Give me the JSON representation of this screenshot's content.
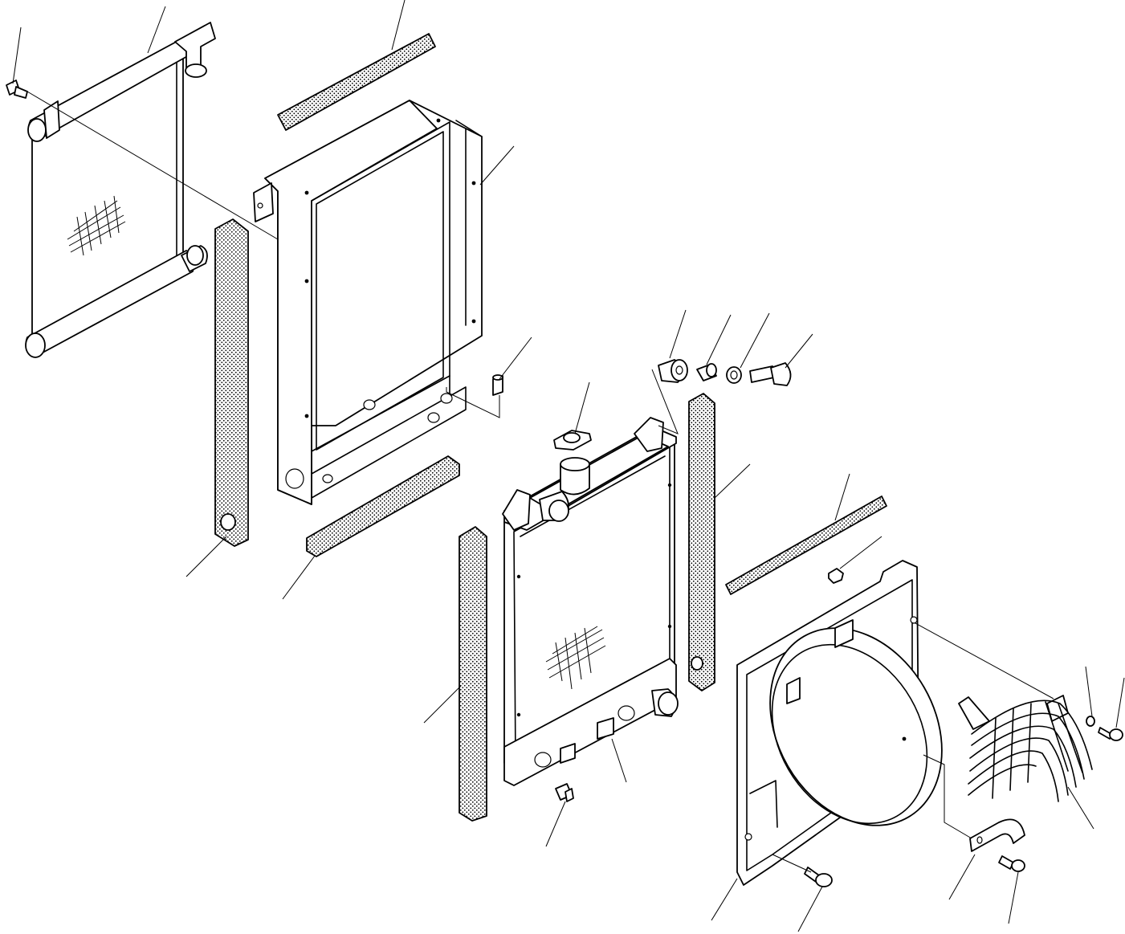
{
  "diagram": {
    "type": "exploded-parts-view",
    "components": [
      {
        "name": "condenser-core"
      },
      {
        "name": "condenser-frame"
      },
      {
        "name": "radiator-core"
      },
      {
        "name": "radiator-cap"
      },
      {
        "name": "fan-shroud"
      },
      {
        "name": "fan-guard"
      },
      {
        "name": "mounting-bracket"
      },
      {
        "name": "seal-strips"
      },
      {
        "name": "mounting-cushion-set"
      },
      {
        "name": "bolts"
      }
    ],
    "leader_count": 24,
    "labels": []
  }
}
